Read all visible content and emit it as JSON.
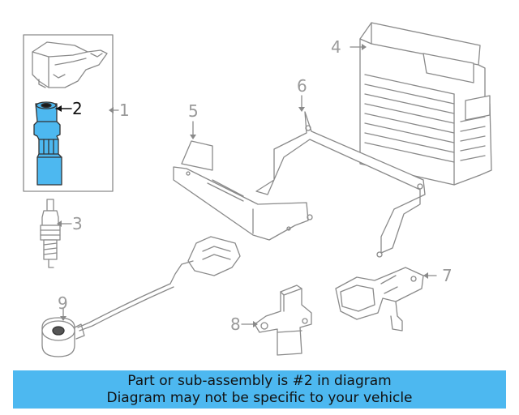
{
  "callouts": {
    "c1": "1",
    "c2": "2",
    "c3": "3",
    "c4": "4",
    "c5": "5",
    "c6": "6",
    "c7": "7",
    "c8": "8",
    "c9": "9"
  },
  "highlighted_part": "2",
  "colors": {
    "highlight": "#4db8f0",
    "line": "#8a8a8a",
    "banner": "#4db8f0"
  },
  "banner": {
    "line1": "Part or sub-assembly is #2 in diagram",
    "line2": "Diagram may not be specific to your vehicle"
  }
}
